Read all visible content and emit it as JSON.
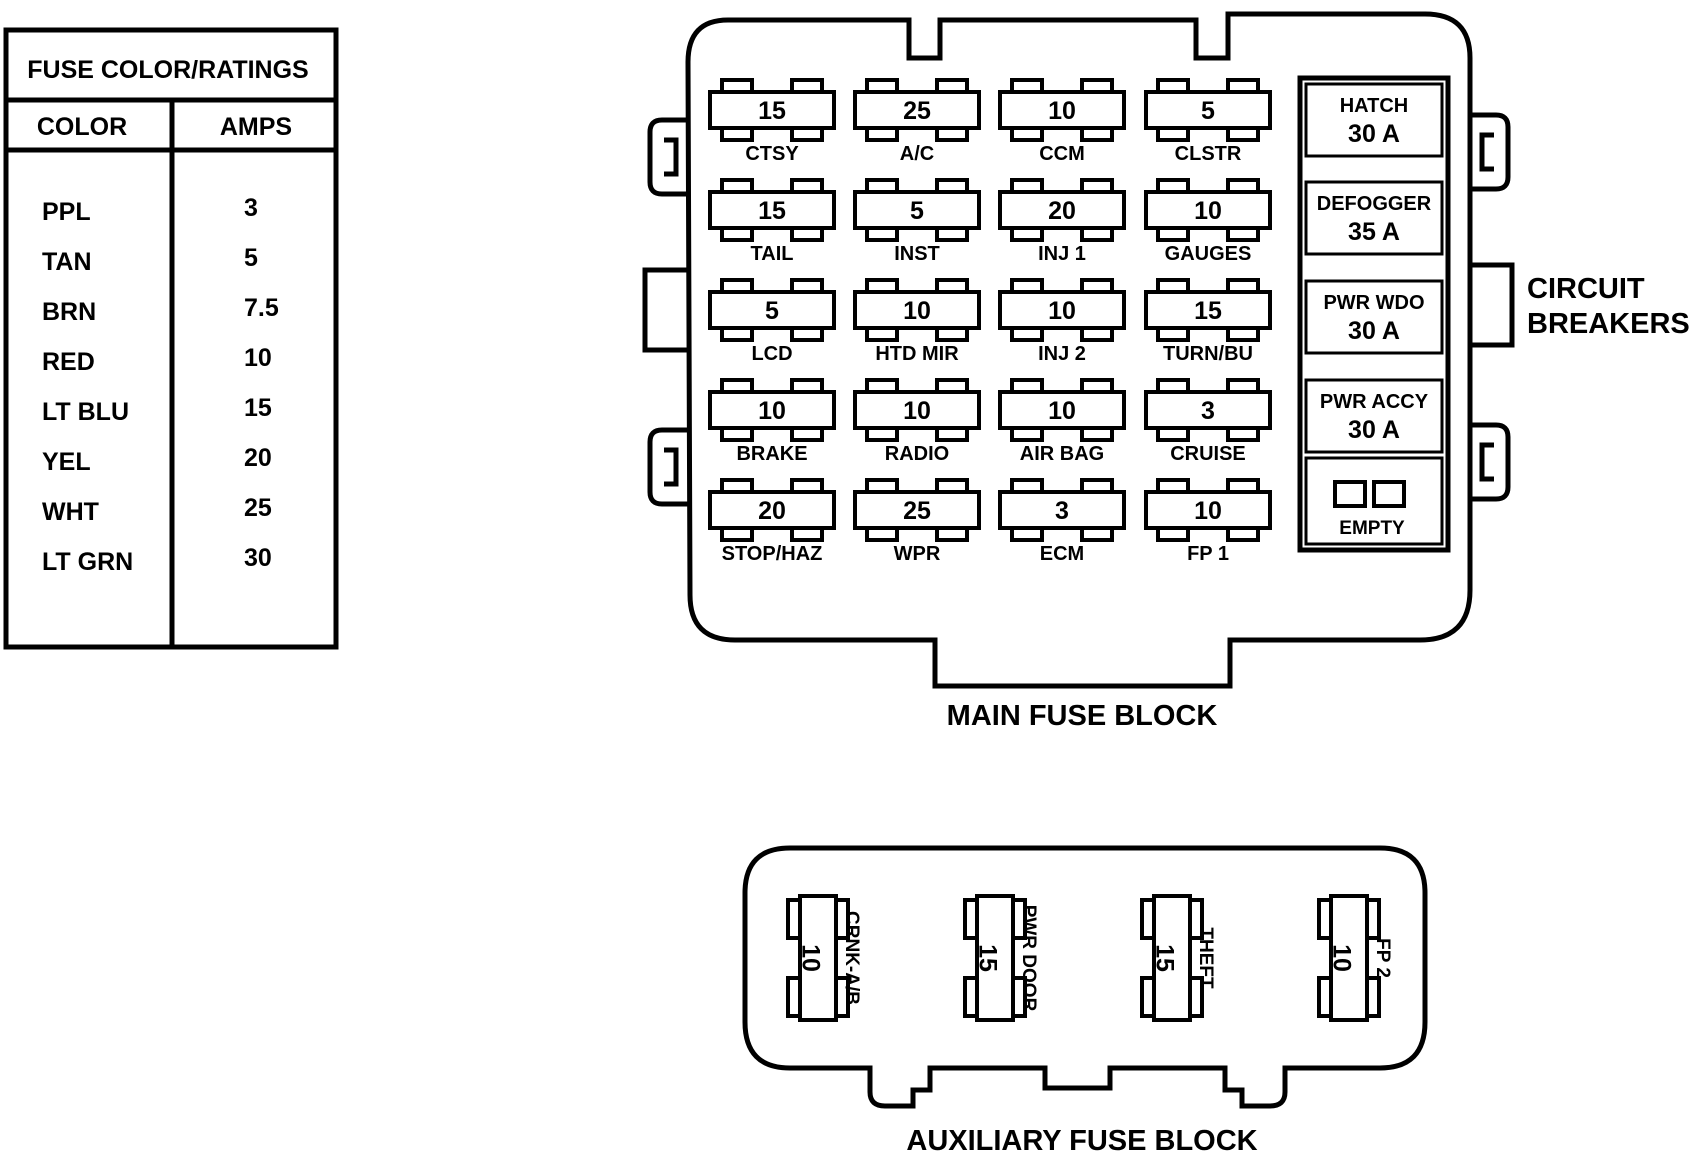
{
  "legend": {
    "title": "FUSE COLOR/RATINGS",
    "col_color": "COLOR",
    "col_amps": "AMPS",
    "rows": [
      {
        "color": "PPL",
        "amps": "3"
      },
      {
        "color": "TAN",
        "amps": "5"
      },
      {
        "color": "BRN",
        "amps": "7.5"
      },
      {
        "color": "RED",
        "amps": "10"
      },
      {
        "color": "LT BLU",
        "amps": "15"
      },
      {
        "color": "YEL",
        "amps": "20"
      },
      {
        "color": "WHT",
        "amps": "25"
      },
      {
        "color": "LT GRN",
        "amps": "30"
      }
    ]
  },
  "main_block": {
    "title": "MAIN FUSE BLOCK",
    "fuses": [
      [
        {
          "amps": "15",
          "label": "CTSY"
        },
        {
          "amps": "25",
          "label": "A/C"
        },
        {
          "amps": "10",
          "label": "CCM"
        },
        {
          "amps": "5",
          "label": "CLSTR"
        }
      ],
      [
        {
          "amps": "15",
          "label": "TAIL"
        },
        {
          "amps": "5",
          "label": "INST"
        },
        {
          "amps": "20",
          "label": "INJ 1"
        },
        {
          "amps": "10",
          "label": "GAUGES"
        }
      ],
      [
        {
          "amps": "5",
          "label": "LCD"
        },
        {
          "amps": "10",
          "label": "HTD MIR"
        },
        {
          "amps": "10",
          "label": "INJ 2"
        },
        {
          "amps": "15",
          "label": "TURN/BU"
        }
      ],
      [
        {
          "amps": "10",
          "label": "BRAKE"
        },
        {
          "amps": "10",
          "label": "RADIO"
        },
        {
          "amps": "10",
          "label": "AIR BAG"
        },
        {
          "amps": "3",
          "label": "CRUISE"
        }
      ],
      [
        {
          "amps": "20",
          "label": "STOP/HAZ"
        },
        {
          "amps": "25",
          "label": "WPR"
        },
        {
          "amps": "3",
          "label": "ECM"
        },
        {
          "amps": "10",
          "label": "FP 1"
        }
      ]
    ],
    "breakers": [
      {
        "name": "HATCH",
        "rating": "30 A"
      },
      {
        "name": "DEFOGGER",
        "rating": "35 A"
      },
      {
        "name": "PWR WDO",
        "rating": "30 A"
      },
      {
        "name": "PWR ACCY",
        "rating": "30 A"
      }
    ],
    "empty_label": "EMPTY",
    "breakers_caption_1": "CIRCUIT",
    "breakers_caption_2": "BREAKERS"
  },
  "aux_block": {
    "title": "AUXILIARY FUSE BLOCK",
    "fuses": [
      {
        "amps": "10",
        "label": "CRNK-A/B"
      },
      {
        "amps": "15",
        "label": "PWR DOOR"
      },
      {
        "amps": "15",
        "label": "THEFT"
      },
      {
        "amps": "10",
        "label": "FP 2"
      }
    ]
  }
}
